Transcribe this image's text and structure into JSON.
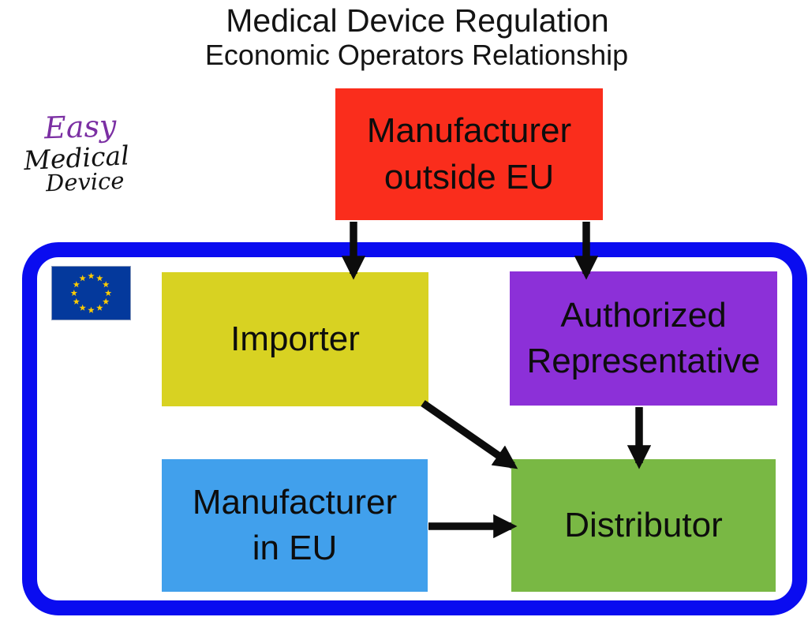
{
  "title": "Medical Device Regulation",
  "subtitle": "Economic Operators Relationship",
  "logo": {
    "easy": "Easy",
    "medical": "Medical",
    "device": "Device",
    "easy_color": "#7b2fa3",
    "text_color": "#131313"
  },
  "diagram": {
    "eu_zone": {
      "border_color": "#0a0cf0",
      "flag": {
        "background": "#04399c",
        "star_color": "#ffcc00",
        "star_count": 12
      }
    },
    "nodes": [
      {
        "id": "manufacturer-outside-eu",
        "label": "Manufacturer\noutside EU",
        "color": "#fa2d1c",
        "inside_eu": false
      },
      {
        "id": "importer",
        "label": "Importer",
        "color": "#d8d222",
        "inside_eu": true
      },
      {
        "id": "authorized-representative",
        "label": "Authorized\nRepresentative",
        "color": "#8c30d8",
        "inside_eu": true
      },
      {
        "id": "manufacturer-in-eu",
        "label": "Manufacturer\nin EU",
        "color": "#41a0ec",
        "inside_eu": true
      },
      {
        "id": "distributor",
        "label": "Distributor",
        "color": "#79b844",
        "inside_eu": true
      }
    ],
    "edges": [
      {
        "from": "manufacturer-outside-eu",
        "to": "importer"
      },
      {
        "from": "manufacturer-outside-eu",
        "to": "authorized-representative"
      },
      {
        "from": "importer",
        "to": "distributor"
      },
      {
        "from": "authorized-representative",
        "to": "distributor"
      },
      {
        "from": "manufacturer-in-eu",
        "to": "distributor"
      }
    ],
    "arrow_color": "#0c0c0c"
  }
}
